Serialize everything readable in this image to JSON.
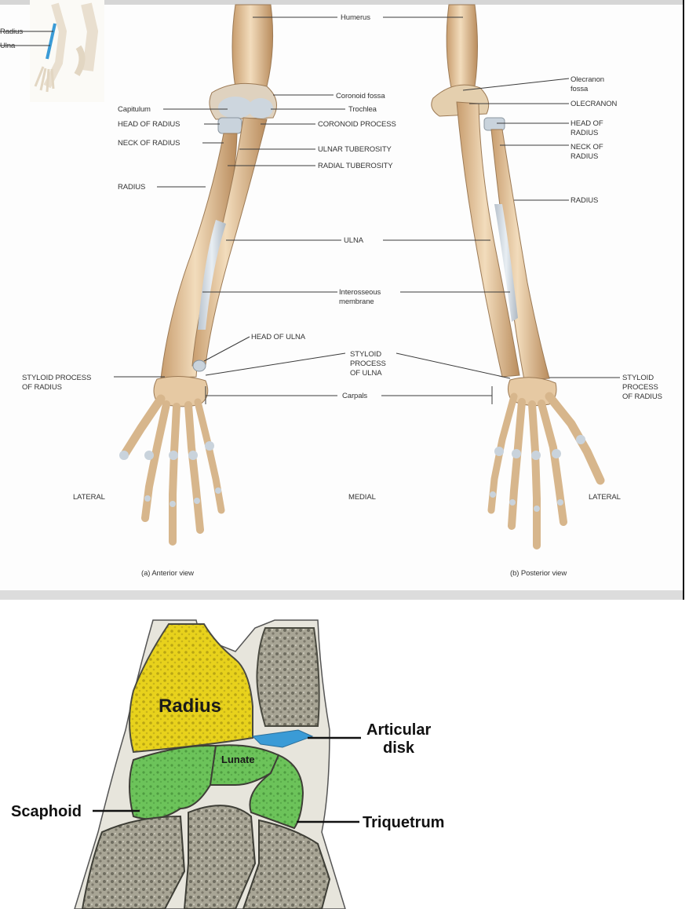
{
  "anterior": {
    "inset": {
      "radius": "Radius",
      "ulna": "Ulna"
    },
    "humerus": "Humerus",
    "coronoid_fossa": "Coronoid fossa",
    "capitulum": "Capitulum",
    "trochlea": "Trochlea",
    "head_of_radius": "HEAD OF RADIUS",
    "coronoid_process": "CORONOID PROCESS",
    "neck_of_radius": "NECK OF RADIUS",
    "ulnar_tuberosity": "ULNAR TUBEROSITY",
    "radial_tuberosity": "RADIAL TUBEROSITY",
    "radius": "RADIUS",
    "ulna": "ULNA",
    "interosseous_line1": "Interosseous",
    "interosseous_line2": "membrane",
    "head_of_ulna": "HEAD OF ULNA",
    "styloid_ulna_line1": "STYLOID",
    "styloid_ulna_line2": "PROCESS",
    "styloid_ulna_line3": "OF ULNA",
    "styloid_radius_line1": "STYLOID PROCESS",
    "styloid_radius_line2": "OF RADIUS",
    "carpals": "Carpals",
    "lateral": "LATERAL",
    "medial": "MEDIAL",
    "caption": "(a) Anterior view"
  },
  "posterior": {
    "olecranon_fossa_line1": "Olecranon",
    "olecranon_fossa_line2": "fossa",
    "olecranon": "OLECRANON",
    "head_of_radius_line1": "HEAD OF",
    "head_of_radius_line2": "RADIUS",
    "neck_of_radius_line1": "NECK OF",
    "neck_of_radius_line2": "RADIUS",
    "radius": "RADIUS",
    "styloid_line1": "STYLOID",
    "styloid_line2": "PROCESS",
    "styloid_line3": "OF RADIUS",
    "lateral": "LATERAL",
    "caption": "(b) Posterior view"
  },
  "wrist": {
    "radius": "Radius",
    "lunate": "Lunate",
    "articular_line1": "Articular",
    "articular_line2": "disk",
    "scaphoid": "Scaphoid",
    "triquetrum": "Triquetrum"
  },
  "colors": {
    "bone": "#e6c9a3",
    "cartilage": "#c9d3dc",
    "radius_highlight": "#e8d21c",
    "carpal_highlight": "#6cc35a",
    "disk_highlight": "#3a9bd6",
    "section_bone": "#a9a89a"
  }
}
